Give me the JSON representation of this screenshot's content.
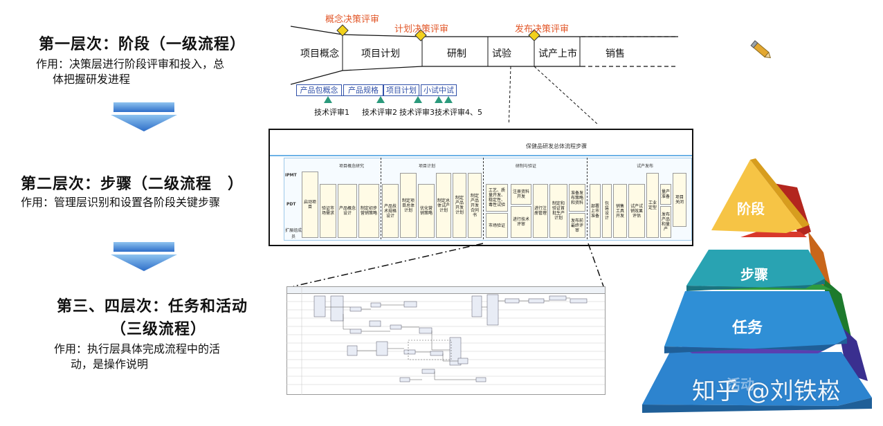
{
  "left": {
    "level1": {
      "title": "第一层次：阶段（一级流程）",
      "desc_line1": "作用：决策层进行阶段评审和投入，总",
      "desc_line2": "体把握研发进程"
    },
    "level2": {
      "title": "第二层次：步骤（二级流程　）",
      "desc": "作用：管理层识别和设置各阶段关键步骤"
    },
    "level3": {
      "title_line1": "第三、四层次：任务和活动",
      "title_line2": "（三级流程）",
      "desc_line1": "作用：执行层具体完成流程中的活",
      "desc_line2": "动，是操作说明"
    }
  },
  "phases": {
    "reviews": [
      "概念决策评审",
      "计划决策评审",
      "发布决策评审"
    ],
    "stages": [
      "项目概念",
      "项目计划",
      "研制",
      "试验",
      "试产上市",
      "销售"
    ],
    "sub_stages": [
      "产品包概念",
      "产品规格",
      "项目计划",
      "小试中试"
    ],
    "tech_reviews": [
      "技术评审1",
      "技术评审2",
      "技术评审3",
      "技术评审4、5"
    ]
  },
  "level2_chart": {
    "title": "保健品研发总体流程步骤",
    "groups": [
      "项目概念研究",
      "项目计划",
      "研制与验证",
      "试产发布"
    ],
    "row_labels": [
      "IPMT",
      "PDT",
      "扩展组成员"
    ],
    "cells": [
      "启动项目",
      "验证市场需求",
      "产品概念设计",
      "制定初步营销策略",
      "产品技术规格设计",
      "制定项目总体计划",
      "优化营销策略",
      "制定总体试产计划",
      "制定产品开发计划",
      "制定产品开发合同书",
      "工艺、质量开发、稳定性、毒性试验",
      "市场验证",
      "注册资料开发",
      "进行技术评审",
      "进行注册管理",
      "制定和验证首批生产计划",
      "准备发布策略和资料",
      "发布前最终评审",
      "部署上市准备",
      "包装设计",
      "销售工具开发",
      "试产试销效果评估",
      "工业定型",
      "量产准备",
      "发布产品和量产",
      "项目关闭"
    ]
  },
  "pyramid": {
    "labels": [
      "阶段",
      "步骤",
      "任务",
      "活动"
    ],
    "colors": [
      "#f6c445",
      "#29a3b2",
      "#2f8fd6",
      "#2b7fc7"
    ]
  },
  "watermark": "知乎 @刘铁崧",
  "icons": [
    "pencil-icon",
    "down-arrow-icon"
  ]
}
